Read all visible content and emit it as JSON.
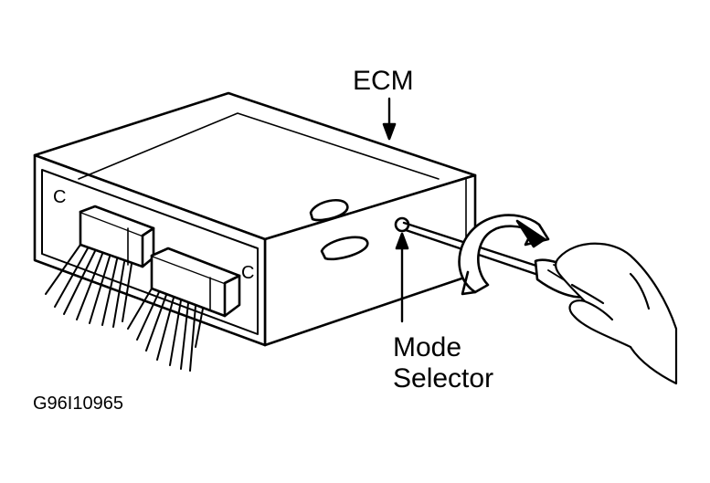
{
  "diagram": {
    "labels": {
      "ecm": "ECM",
      "mode": "Mode",
      "selector": "Selector",
      "figure_id": "G96I10965",
      "connector_mark_left": "C",
      "connector_mark_right": "C"
    },
    "colors": {
      "ink": "#000000",
      "paper": "#ffffff"
    }
  }
}
